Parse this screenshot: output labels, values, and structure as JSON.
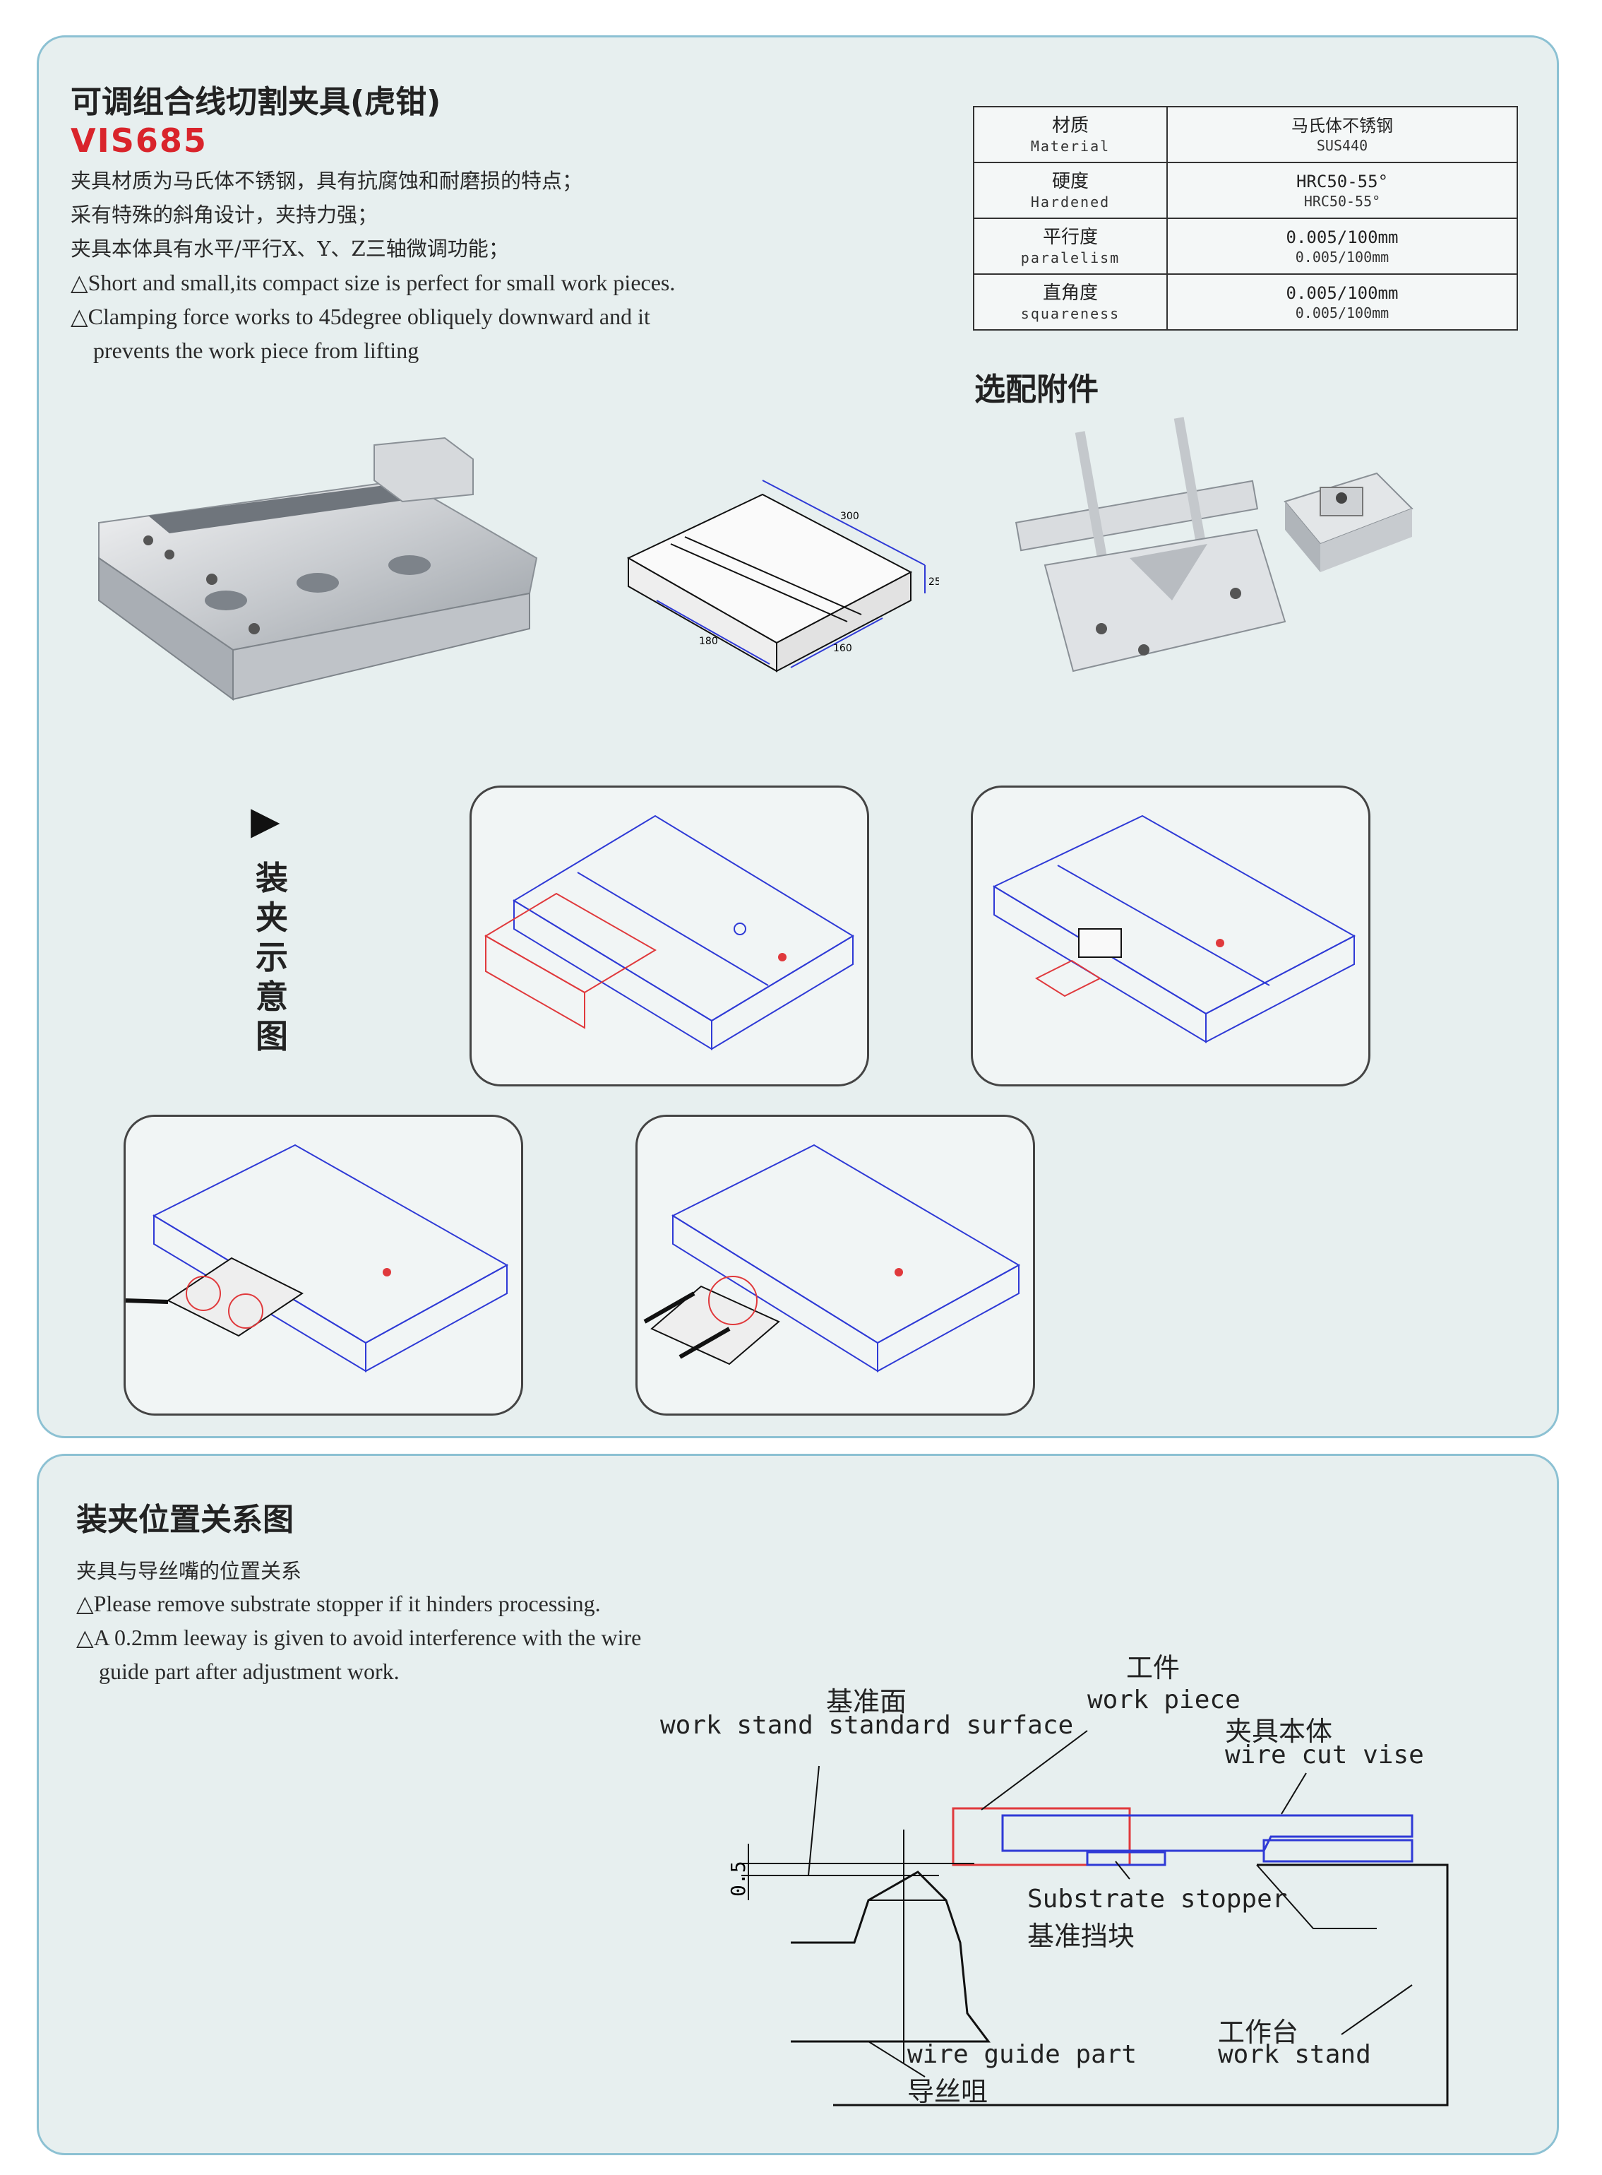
{
  "header": {
    "title_cn": "可调组合线切割夹具(虎钳)",
    "model": "VIS685"
  },
  "description": {
    "lines_cn": [
      "夹具材质为马氏体不锈钢，具有抗腐蚀和耐磨损的特点；",
      "采有特殊的斜角设计，夹持力强；",
      "夹具本体具有水平/平行X、Y、Z三轴微调功能；"
    ],
    "lines_en": [
      "△Short and small,its compact size is perfect for small work pieces.",
      "△Clamping force works to 45degree obliquely downward and it",
      "prevents the work piece from lifting"
    ]
  },
  "spec_table": {
    "rows": [
      {
        "key_cn": "材质",
        "key_en": "Material",
        "val1": "马氏体不锈钢",
        "val2": "SUS440"
      },
      {
        "key_cn": "硬度",
        "key_en": "Hardened",
        "val1": "HRC50-55°",
        "val2": "HRC50-55°"
      },
      {
        "key_cn": "平行度",
        "key_en": "paralelism",
        "val1": "0.005/100mm",
        "val2": "0.005/100mm"
      },
      {
        "key_cn": "直角度",
        "key_en": "squareness",
        "val1": "0.005/100mm",
        "val2": "0.005/100mm"
      }
    ]
  },
  "accessories": {
    "title_cn": "选配附件"
  },
  "dimensions": {
    "d1": "300",
    "d2": "25",
    "d3": "180",
    "d4": "160"
  },
  "clamping_diagram": {
    "arrow": "▶",
    "label_chars": [
      "装",
      "夹",
      "示",
      "意",
      "图"
    ]
  },
  "section2": {
    "title_cn": "装夹位置关系图",
    "subtitle_cn": "夹具与导丝嘴的位置关系",
    "notes_en": [
      "△Please remove substrate stopper if it hinders processing.",
      "△A 0.2mm leeway is given to avoid interference with the wire",
      "guide part after adjustment work."
    ]
  },
  "position_diagram": {
    "surface_cn": "基准面",
    "surface_en": "work stand standard surface",
    "piece_cn": "工件",
    "piece_en": "work piece",
    "vise_cn": "夹具本体",
    "vise_en": "wire cut vise",
    "stopper_en": "Substrate stopper",
    "stopper_cn": "基准挡块",
    "guide_en": "wire guide part",
    "guide_cn": "导丝咀",
    "stand_cn": "工作台",
    "stand_en": "work stand",
    "dim": "0.5"
  },
  "colors": {
    "accent_red": "#d9242b",
    "panel_bg": "#e7efef",
    "panel_border": "#8cc1d3",
    "line_blue": "#2f3ad6",
    "line_red": "#e0393c"
  }
}
